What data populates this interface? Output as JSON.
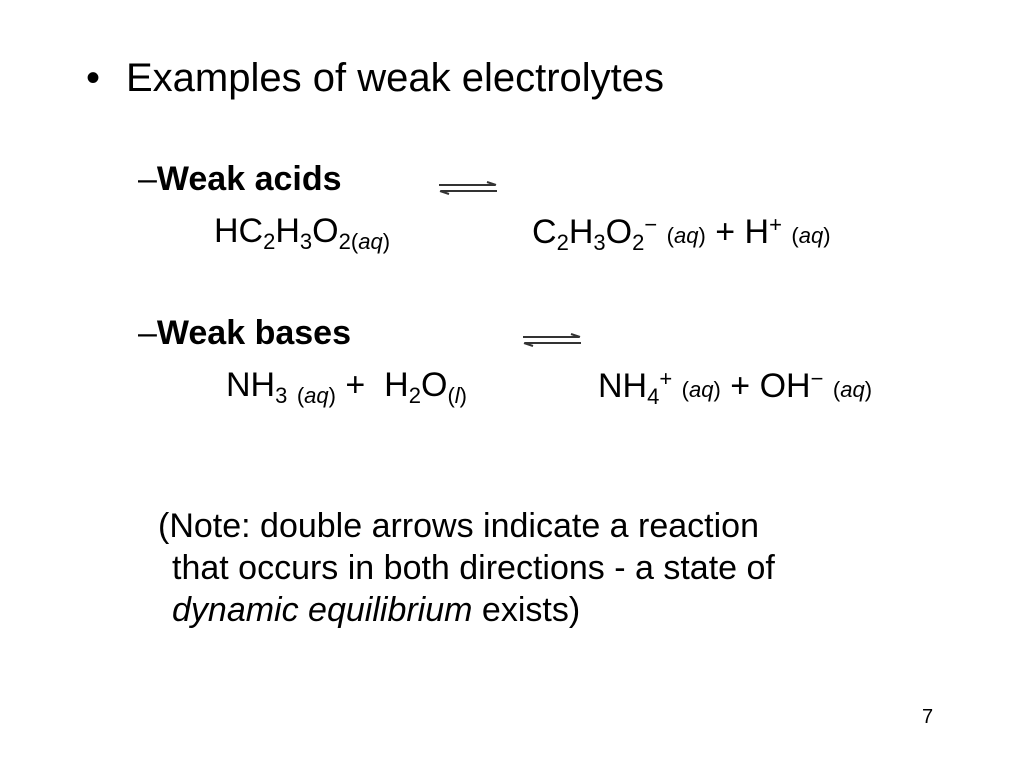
{
  "slide": {
    "bullet_marker": "•",
    "title": "Examples of weak electrolytes",
    "page_number": "7"
  },
  "sections": [
    {
      "dash": "–",
      "heading": "Weak acids",
      "equation": {
        "reactant_1": {
          "parts": [
            "HC",
            "2",
            "H",
            "3",
            "O",
            "2"
          ],
          "state": "aq"
        },
        "product_1": {
          "parts": [
            "C",
            "2",
            "H",
            "3",
            "O",
            "2"
          ],
          "charge": "−",
          "state": "aq"
        },
        "plus": "+",
        "product_2": {
          "parts": [
            "H"
          ],
          "charge": "+",
          "state": "aq"
        }
      }
    },
    {
      "dash": "–",
      "heading": "Weak bases",
      "equation": {
        "reactant_1": {
          "parts": [
            "NH",
            "3"
          ],
          "state": "aq"
        },
        "plus_1": "+",
        "reactant_2": {
          "parts": [
            "H",
            "2",
            "O"
          ],
          "state": "l"
        },
        "product_1": {
          "parts": [
            "NH",
            "4"
          ],
          "charge": "+",
          "state": "aq"
        },
        "plus_2": "+",
        "product_2": {
          "parts": [
            "OH"
          ],
          "charge": "−",
          "state": "aq"
        }
      }
    }
  ],
  "note": {
    "line1": "(Note: double arrows indicate a reaction",
    "line2": "that occurs in both directions - a state of",
    "line3_italic": "dynamic equilibrium",
    "line3_rest": " exists)"
  }
}
